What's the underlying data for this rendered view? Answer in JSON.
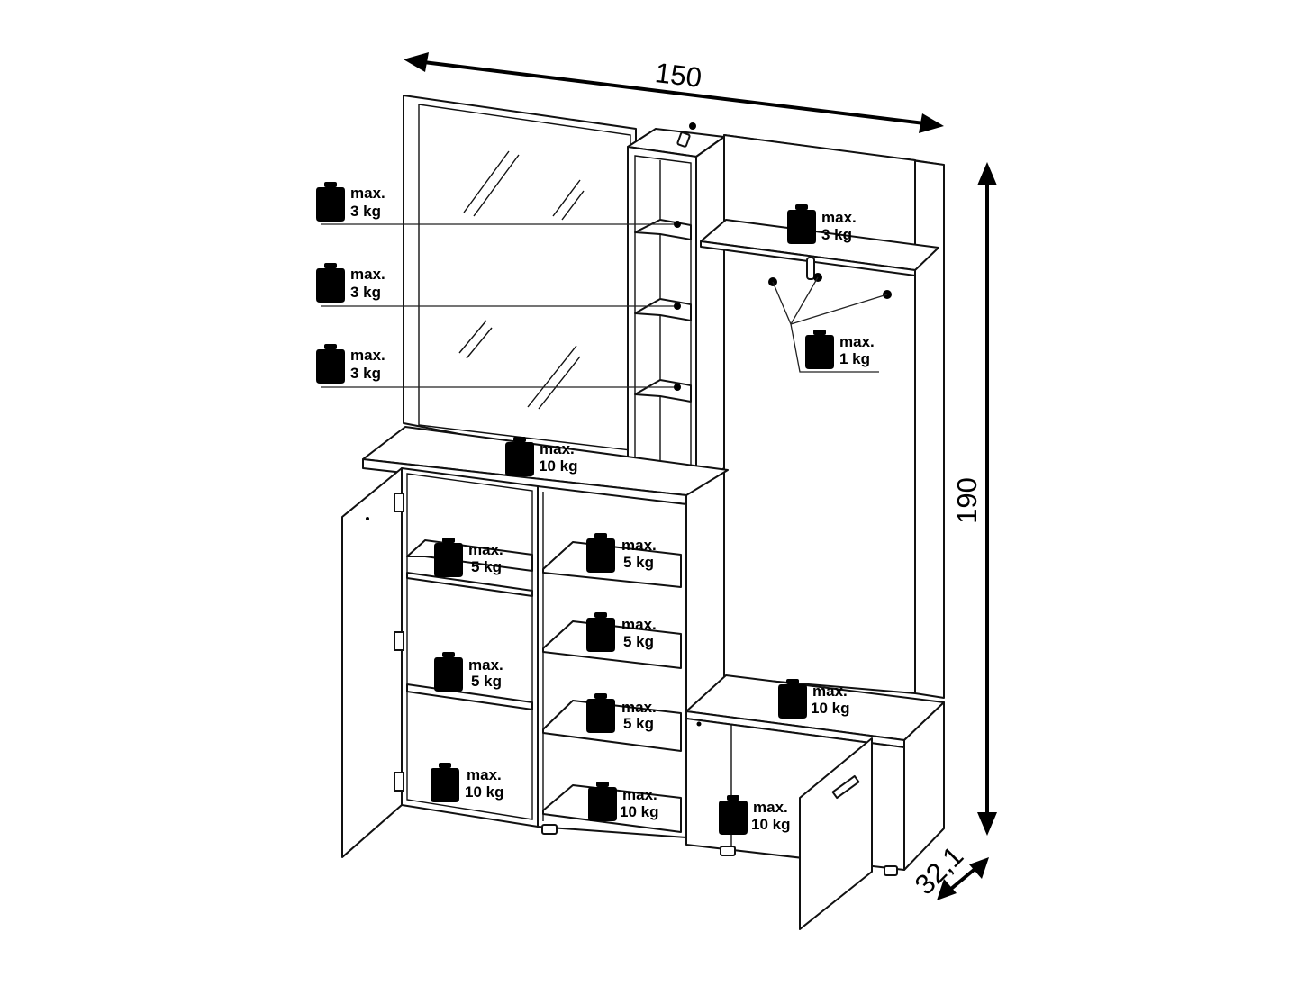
{
  "dimensions": {
    "width": "150",
    "height": "190",
    "depth": "32,1"
  },
  "load_labels": [
    {
      "id": "shelf-column-1",
      "line1": "max.",
      "line2": "3 kg"
    },
    {
      "id": "shelf-column-2",
      "line1": "max.",
      "line2": "3 kg"
    },
    {
      "id": "shelf-column-3",
      "line1": "max.",
      "line2": "3 kg"
    },
    {
      "id": "hat-shelf",
      "line1": "max.",
      "line2": "3 kg"
    },
    {
      "id": "coat-hooks",
      "line1": "max.",
      "line2": "1 kg"
    },
    {
      "id": "cabinet-top",
      "line1": "max.",
      "line2": "10 kg"
    },
    {
      "id": "left-cabinet-shelf-1",
      "line1": "max.",
      "line2": "5 kg"
    },
    {
      "id": "left-cabinet-shelf-2",
      "line1": "max.",
      "line2": "5 kg"
    },
    {
      "id": "left-cabinet-bottom",
      "line1": "max.",
      "line2": "10 kg"
    },
    {
      "id": "middle-shelf-1",
      "line1": "max.",
      "line2": "5 kg"
    },
    {
      "id": "middle-shelf-2",
      "line1": "max.",
      "line2": "5 kg"
    },
    {
      "id": "middle-shelf-3",
      "line1": "max.",
      "line2": "5 kg"
    },
    {
      "id": "middle-bottom",
      "line1": "max.",
      "line2": "10 kg"
    },
    {
      "id": "bench-top",
      "line1": "max.",
      "line2": "10 kg"
    },
    {
      "id": "bench-cabinet-bottom",
      "line1": "max.",
      "line2": "10 kg"
    }
  ]
}
